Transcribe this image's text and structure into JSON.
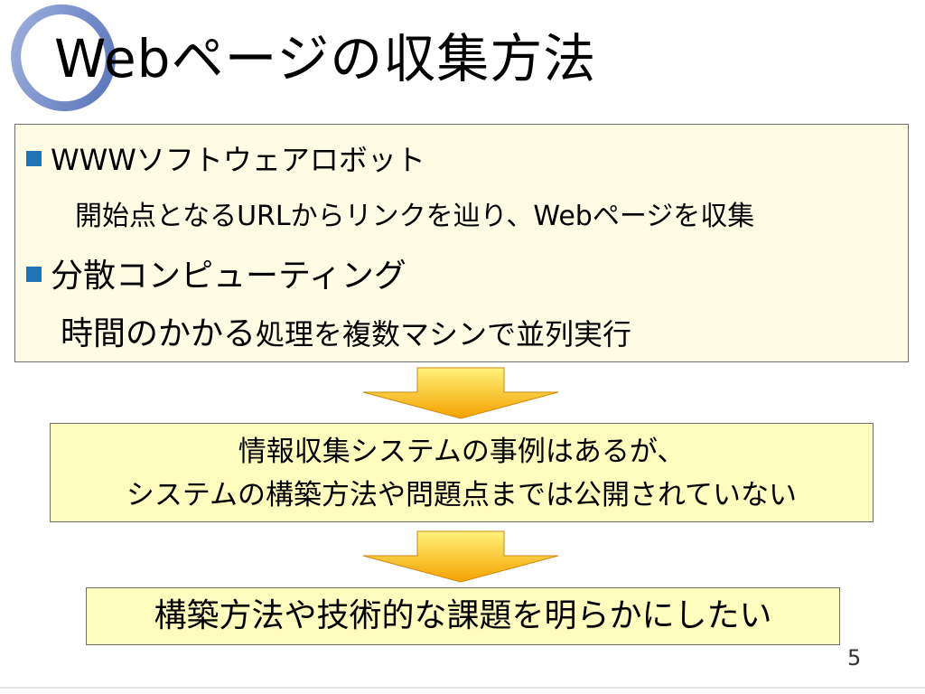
{
  "title": "Webページの収集方法",
  "section1": {
    "bullet1": "WWWソフトウェアロボット",
    "bullet1_sub": "開始点となるURLからリンクを辿り、Webページを収集",
    "bullet2": "分散コンピューティング",
    "bullet2_sub_large": "時間のかかる",
    "bullet2_sub_small": "処理を複数マシンで並列実行"
  },
  "box2": {
    "line1": "情報収集システムの事例はあるが、",
    "line2": "システムの構築方法や問題点までは公開されていない"
  },
  "box3": {
    "text": "構築方法や技術的な課題を明らかにしたい"
  },
  "page_number": "5",
  "colors": {
    "bullet": "#1f73b7",
    "arrow_top": "#fff27a",
    "arrow_bottom": "#f5a200",
    "box1_bg": "#fefde4",
    "box_bg": "#fefdbd"
  }
}
